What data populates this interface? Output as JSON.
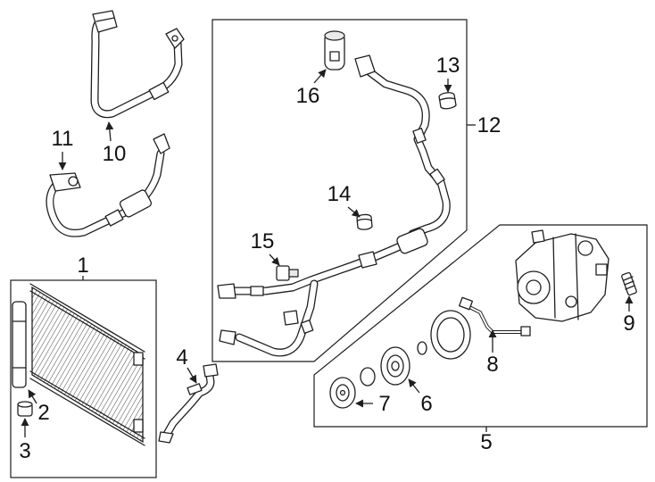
{
  "callouts": [
    "1",
    "2",
    "3",
    "4",
    "5",
    "6",
    "7",
    "8",
    "9",
    "10",
    "11",
    "12",
    "13",
    "14",
    "15",
    "16"
  ],
  "colors": {
    "line": "#1f1f1f",
    "background": "#ffffff"
  }
}
